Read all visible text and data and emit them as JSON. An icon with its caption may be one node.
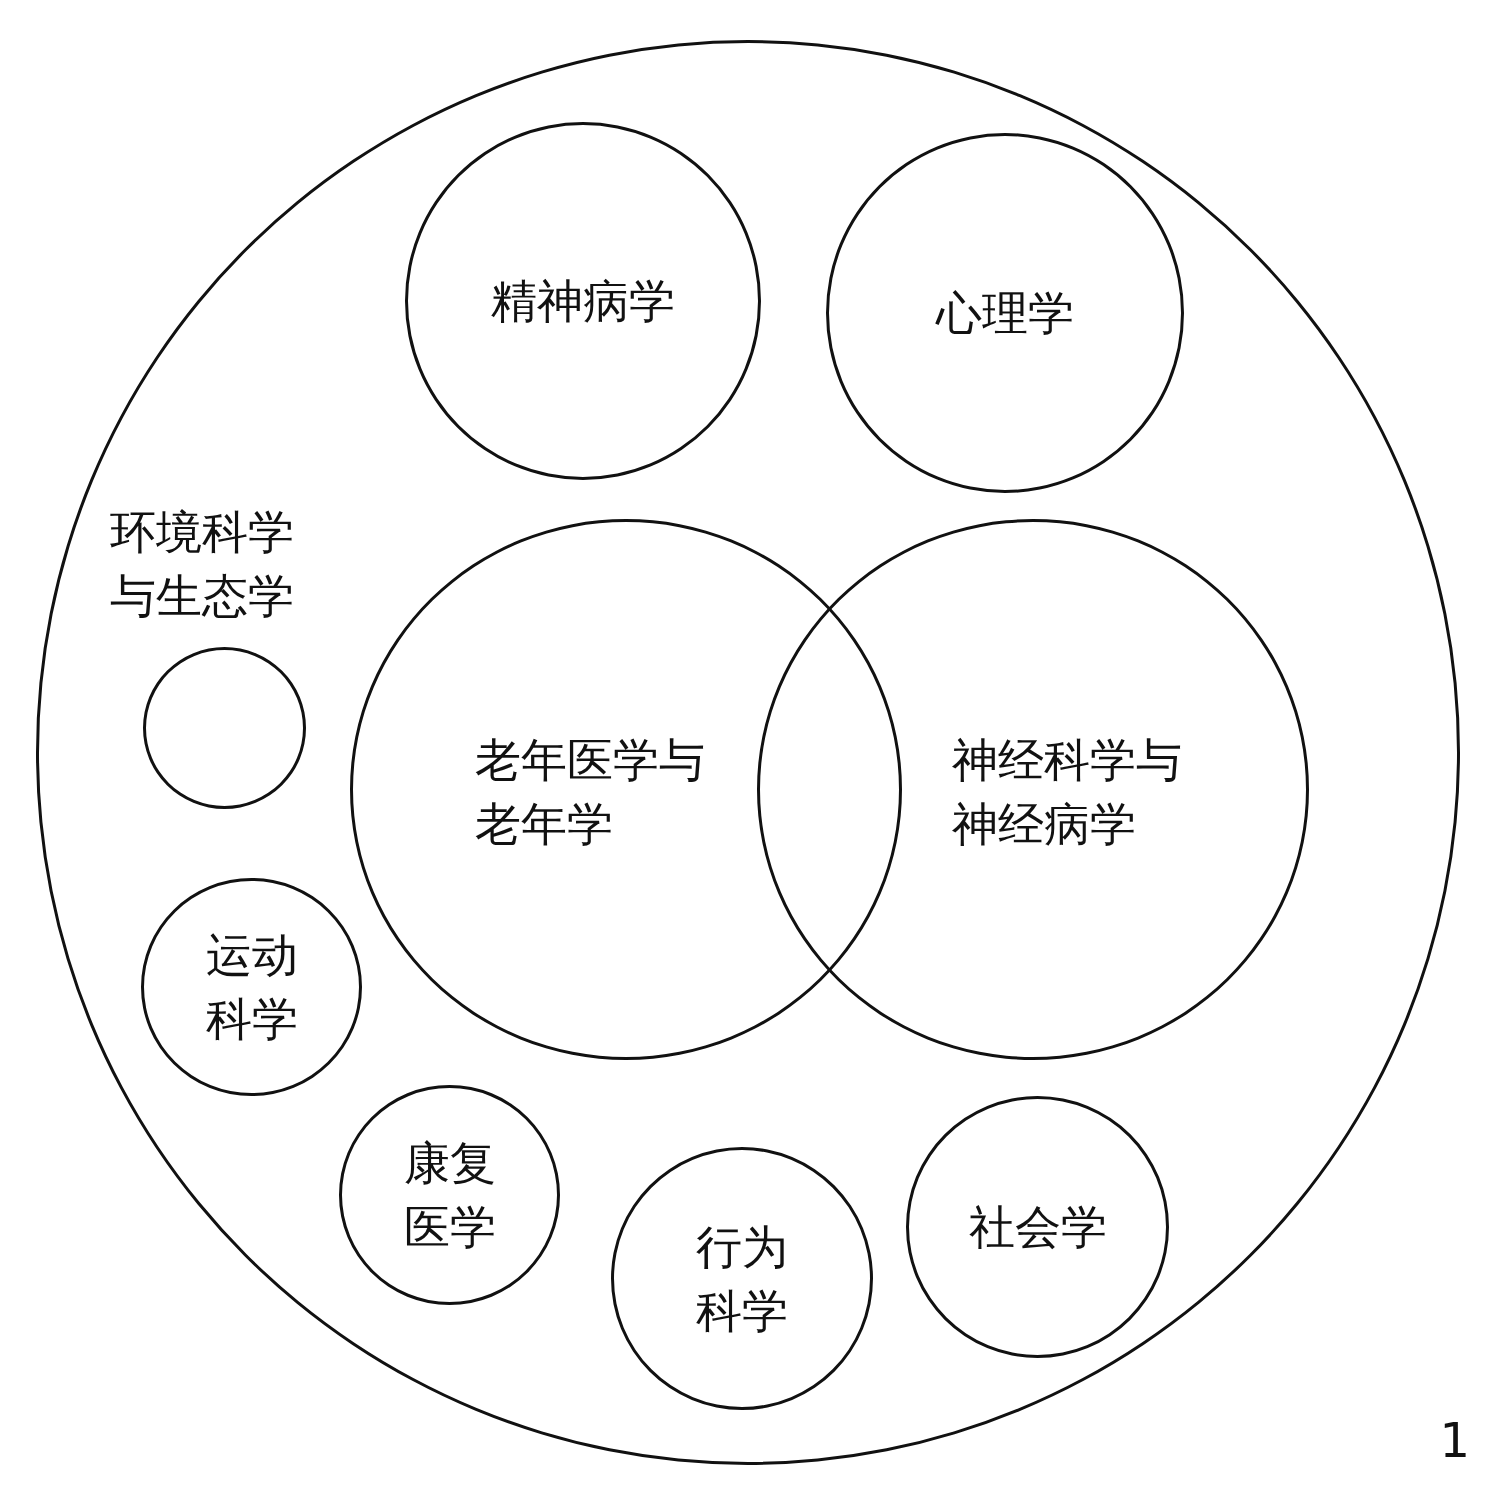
{
  "diagram": {
    "nodes": [
      {
        "text": [],
        "shape": "circle"
      },
      {
        "text": [
          "精神病学"
        ],
        "in": 0
      },
      {
        "text": [
          "心理学"
        ],
        "in": 0
      },
      {
        "text": [
          "环境科学与生态学"
        ],
        "in": 0
      },
      {
        "text": [
          "老年医学与老年学"
        ],
        "in": 0
      },
      {
        "text": [
          "神经科学与神经病学"
        ],
        "in": 0
      },
      {
        "text": [
          "运动科学"
        ],
        "in": 0
      },
      {
        "text": [
          "康复医学"
        ],
        "in": 0
      },
      {
        "text": [
          "行为科学"
        ],
        "in": 0
      },
      {
        "text": [
          "社会学"
        ],
        "in": 0
      }
    ],
    "labels": [
      "1"
    ]
  }
}
